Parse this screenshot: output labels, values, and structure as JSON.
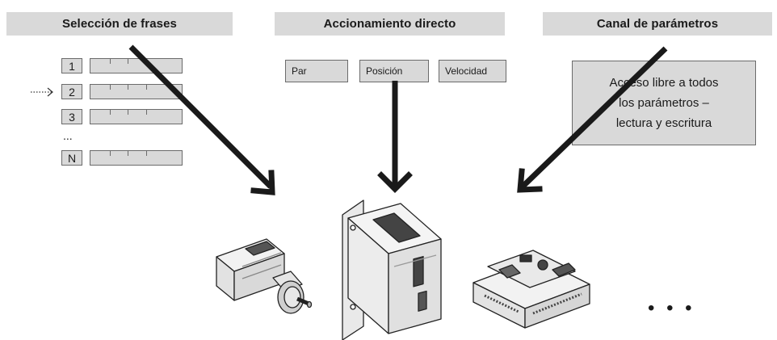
{
  "headers": {
    "phrase_selection": "Selección de frases",
    "direct_drive": "Accionamiento directo",
    "parameter_channel": "Canal de parámetros"
  },
  "phrase_rows": [
    "1",
    "2",
    "3",
    "N"
  ],
  "phrase_ellipsis": "...",
  "selected_row": "2",
  "drive_modes": [
    "Par",
    "Posición",
    "Velocidad"
  ],
  "parameter_text": [
    "Acceso libre a todos",
    "los parámetros –",
    "lectura y escritura"
  ],
  "more_devices": "• • •",
  "devices": [
    "servo-motor-icon",
    "servo-drive-icon",
    "motor-controller-icon"
  ]
}
